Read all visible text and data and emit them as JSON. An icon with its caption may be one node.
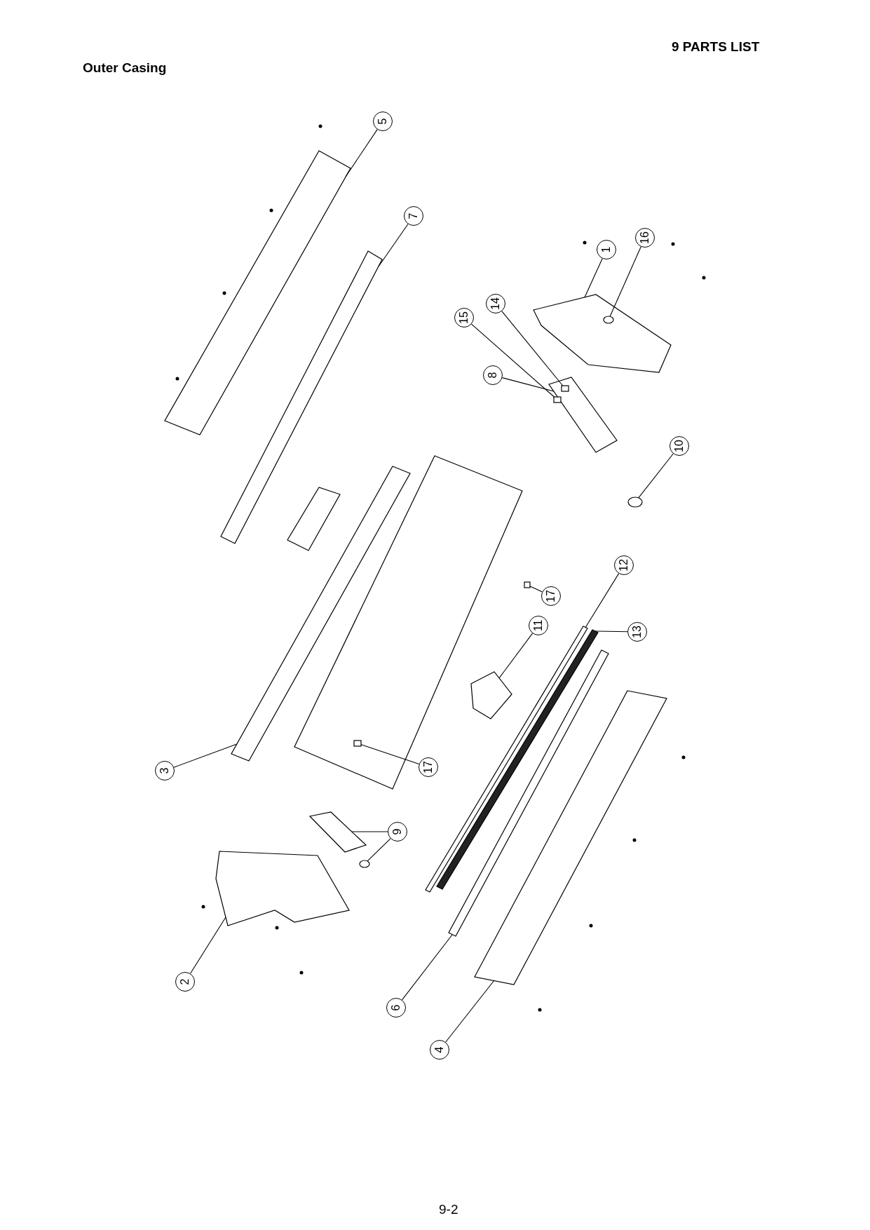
{
  "diagram": {
    "title": "Outer Casing",
    "nodes": [
      {
        "text": [
          "5"
        ]
      },
      {
        "text": [
          "7"
        ]
      },
      {
        "text": [
          "16"
        ]
      },
      {
        "text": [
          "1"
        ]
      },
      {
        "text": [
          "14"
        ]
      },
      {
        "text": [
          "15"
        ]
      },
      {
        "text": [
          "8"
        ]
      },
      {
        "text": [
          "10"
        ]
      },
      {
        "text": [
          "12"
        ]
      },
      {
        "text": [
          "17"
        ]
      },
      {
        "text": [
          "13"
        ]
      },
      {
        "text": [
          "11"
        ]
      },
      {
        "text": [
          "3"
        ]
      },
      {
        "text": [
          "17"
        ]
      },
      {
        "text": [
          "9"
        ]
      },
      {
        "text": [
          "2"
        ]
      },
      {
        "text": [
          "6"
        ]
      },
      {
        "text": [
          "4"
        ]
      },
      {
        "text": [],
        "shape": "picture"
      },
      {
        "text": [],
        "shape": "picture"
      },
      {
        "text": [],
        "shape": "circle",
        "in": 21
      },
      {
        "text": [],
        "shape": "picture"
      },
      {
        "text": [],
        "shape": "box",
        "in": 24
      },
      {
        "text": [],
        "shape": "box",
        "in": 24
      },
      {
        "text": [],
        "shape": "picture"
      },
      {
        "text": [],
        "shape": "circle"
      },
      {
        "text": [],
        "shape": "picture"
      },
      {
        "text": [],
        "shape": "box"
      },
      {
        "text": [],
        "shape": "picture"
      },
      {
        "text": [],
        "shape": "picture"
      },
      {
        "text": [],
        "shape": "picture"
      },
      {
        "text": [],
        "shape": "box"
      },
      {
        "text": [],
        "shape": "picture"
      },
      {
        "text": [],
        "shape": "circle"
      },
      {
        "text": [],
        "shape": "picture"
      },
      {
        "text": [],
        "shape": "picture"
      },
      {
        "text": [],
        "shape": "picture"
      }
    ],
    "edges": [
      {
        "from": 0,
        "to": 18,
        "arrow": "none"
      },
      {
        "from": 1,
        "to": 19,
        "arrow": "none"
      },
      {
        "from": 2,
        "to": 20,
        "arrow": "none"
      },
      {
        "from": 3,
        "to": 21,
        "arrow": "none"
      },
      {
        "from": 4,
        "to": 22,
        "arrow": "none"
      },
      {
        "from": 5,
        "to": 23,
        "arrow": "none"
      },
      {
        "from": 6,
        "to": 24,
        "arrow": "none"
      },
      {
        "from": 7,
        "to": 25,
        "arrow": "none"
      },
      {
        "from": 8,
        "to": 26,
        "arrow": "none"
      },
      {
        "from": 9,
        "to": 27,
        "arrow": "none"
      },
      {
        "from": 10,
        "to": 28,
        "arrow": "none"
      },
      {
        "from": 11,
        "to": 29,
        "arrow": "none"
      },
      {
        "from": 12,
        "to": 30,
        "arrow": "none"
      },
      {
        "from": 13,
        "to": 31,
        "arrow": "none"
      },
      {
        "from": 14,
        "to": 32,
        "arrow": "none"
      },
      {
        "from": 14,
        "to": 33,
        "arrow": "none"
      },
      {
        "from": 15,
        "to": 34,
        "arrow": "none"
      },
      {
        "from": 16,
        "to": 35,
        "arrow": "none"
      },
      {
        "from": 17,
        "to": 36,
        "arrow": "none"
      }
    ],
    "labels": [
      "9 PARTS LIST",
      "9-2"
    ]
  }
}
